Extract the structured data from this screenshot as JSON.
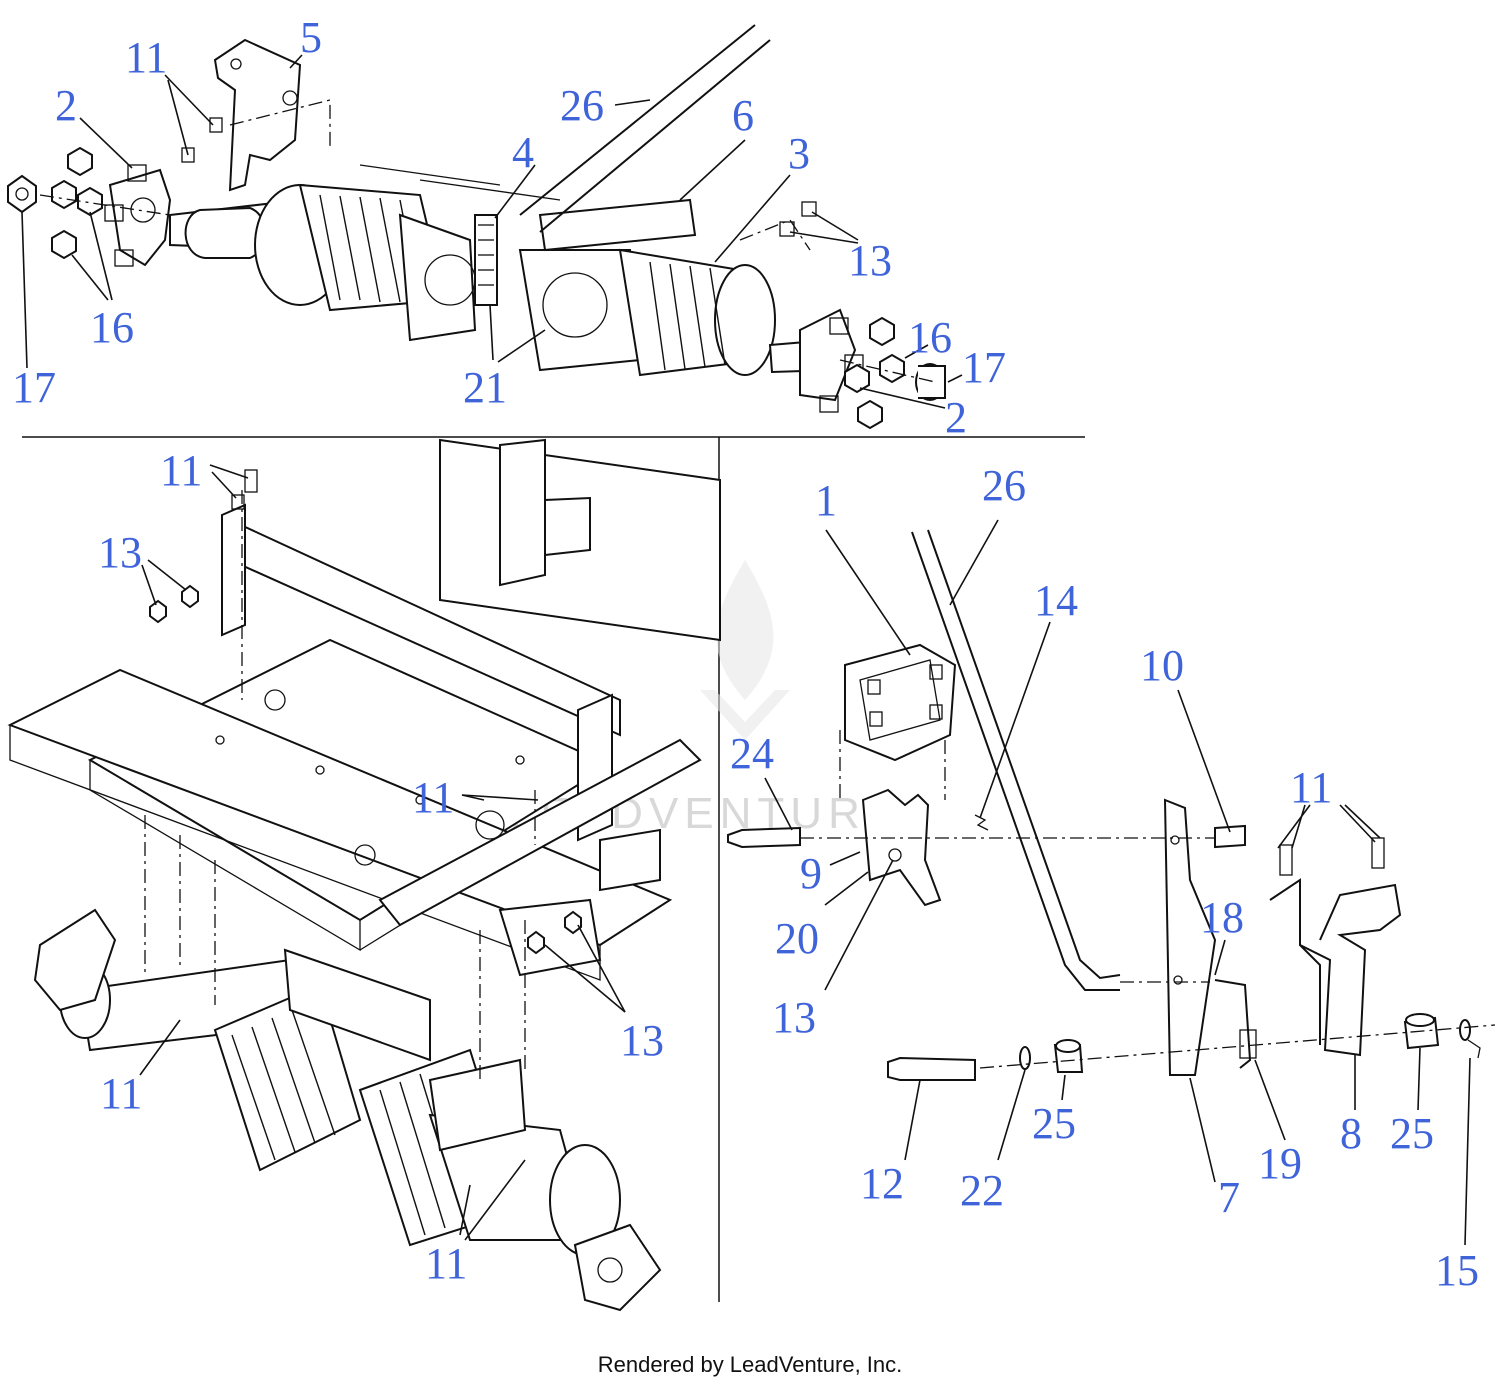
{
  "footer": "Rendered by LeadVenture, Inc.",
  "watermark": "LEADVENTURE",
  "callouts": {
    "top": [
      "11",
      "5",
      "2",
      "26",
      "4",
      "6",
      "3",
      "13",
      "16",
      "17",
      "21",
      "16",
      "17",
      "2"
    ],
    "left": [
      "11",
      "13",
      "11",
      "13",
      "11",
      "11"
    ],
    "right": [
      "1",
      "26",
      "14",
      "10",
      "24",
      "11",
      "9",
      "20",
      "13",
      "18",
      "12",
      "22",
      "25",
      "7",
      "19",
      "8",
      "25",
      "15"
    ]
  }
}
